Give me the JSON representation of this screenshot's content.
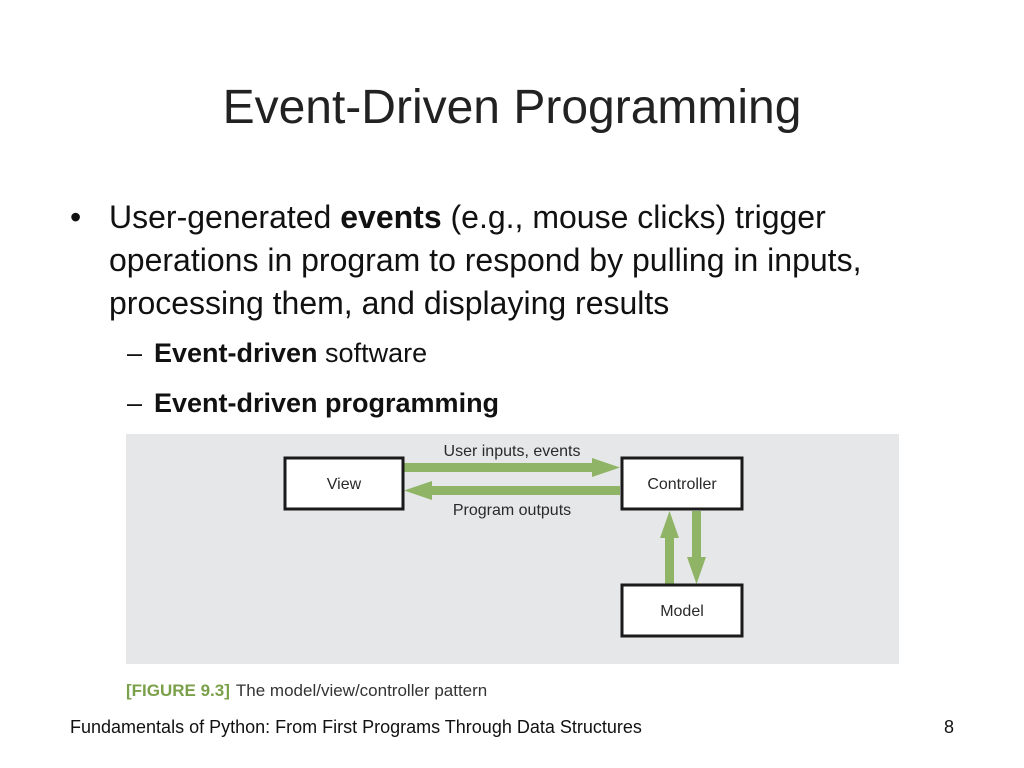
{
  "slide": {
    "title": "Event-Driven Programming",
    "bullet1": {
      "marker": "•",
      "before": "User-generated ",
      "bold": "events",
      "after": " (e.g., mouse clicks) trigger operations in program to respond by pulling in inputs, processing them, and displaying results"
    },
    "sub1": {
      "marker": "–",
      "bold": "Event-driven",
      "after": " software"
    },
    "sub2": {
      "marker": "–",
      "bold": "Event-driven programming"
    }
  },
  "figure": {
    "nodes": {
      "view": "View",
      "controller": "Controller",
      "model": "Model"
    },
    "edges": {
      "forward": "User inputs, events",
      "backward": "Program outputs"
    },
    "arrow_color": "#8fb466",
    "box_border_color": "#1a1a1a",
    "background_color": "#e6e7e8",
    "caption_tag": "[FIGURE 9.3]",
    "caption_text": "The model/view/controller pattern",
    "caption_tag_color": "#7aa04a"
  },
  "footer": {
    "text": "Fundamentals of Python: From First Programs Through Data Structures",
    "page": "8"
  }
}
